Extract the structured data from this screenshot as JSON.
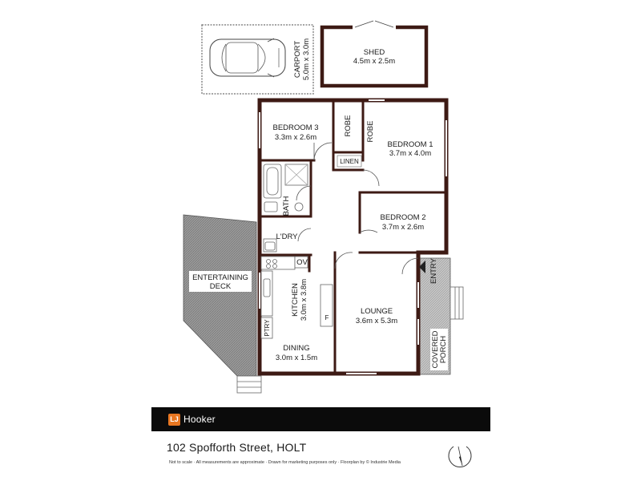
{
  "rooms": {
    "carport": {
      "name": "CARPORT",
      "size": "5.0m x 3.0m"
    },
    "shed": {
      "name": "SHED",
      "size": "4.5m x 2.5m"
    },
    "bedroom3": {
      "name": "BEDROOM 3",
      "size": "3.3m x 2.6m"
    },
    "robe_a": {
      "name": "ROBE"
    },
    "robe_b": {
      "name": "ROBE"
    },
    "bedroom1": {
      "name": "BEDROOM 1",
      "size": "3.7m x 4.0m"
    },
    "linen": {
      "name": "LINEN"
    },
    "bath": {
      "name": "BATH"
    },
    "bedroom2": {
      "name": "BEDROOM 2",
      "size": "3.7m x 2.6m"
    },
    "laundry": {
      "name": "L'DRY"
    },
    "oven": {
      "name": "OV"
    },
    "deck": {
      "name_line1": "ENTERTAINING",
      "name_line2": "DECK"
    },
    "kitchen": {
      "name": "KITCHEN",
      "size": "3.0m x 3.8m"
    },
    "pantry": {
      "name": "PTRY"
    },
    "fridge": {
      "name": "F"
    },
    "lounge": {
      "name": "LOUNGE",
      "size": "3.6m x 5.3m"
    },
    "entry": {
      "name": "ENTRY"
    },
    "porch": {
      "name_line1": "COVERED",
      "name_line2": "PORCH"
    },
    "dining": {
      "name": "DINING",
      "size": "3.0m x 1.5m"
    }
  },
  "footer": {
    "brand": "Hooker",
    "brand_mark": "LJ",
    "brand_color": "#e87722",
    "address": "102 Spofforth Street, HOLT",
    "disclaimer": "Not to scale  ·  All measurements are approximate  ·  Drawn for marketing purposes only  ·  Floorplan by © Industrie Media"
  },
  "colors": {
    "wall": "#3d1a14",
    "deck_fill": "#8f8f8f",
    "porch_fill": "#b5b5b5",
    "brand_bar": "#0b0b0b"
  },
  "icons": [
    "car-icon",
    "compass-icon",
    "brand-logo-icon"
  ]
}
